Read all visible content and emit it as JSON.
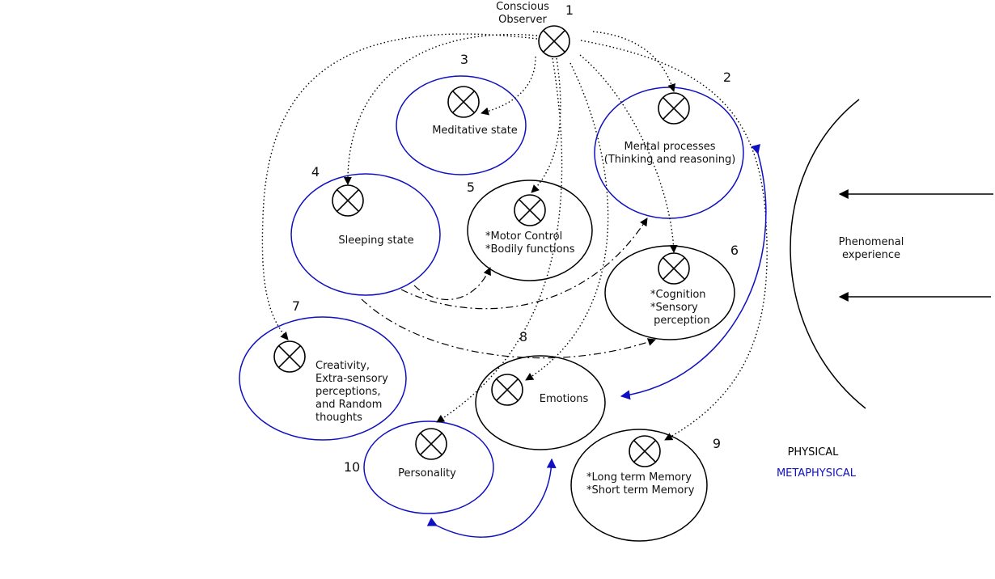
{
  "colors": {
    "physical": "#000000",
    "metaphysical": "#1010c0"
  },
  "observer": {
    "label_line1": "Conscious",
    "label_line2": "Observer",
    "number": "1"
  },
  "nodes": [
    {
      "key": "mental",
      "number": "2",
      "lines": [
        "Mental processes",
        "(Thinking and reasoning)"
      ],
      "category": "metaphysical"
    },
    {
      "key": "meditative",
      "number": "3",
      "lines": [
        "Meditative state"
      ],
      "category": "metaphysical"
    },
    {
      "key": "sleeping",
      "number": "4",
      "lines": [
        "Sleeping state"
      ],
      "category": "metaphysical"
    },
    {
      "key": "motor",
      "number": "5",
      "lines": [
        "*Motor Control",
        "*Bodily functions"
      ],
      "category": "physical"
    },
    {
      "key": "cognition",
      "number": "6",
      "lines": [
        "*Cognition",
        "*Sensory",
        " perception"
      ],
      "category": "physical"
    },
    {
      "key": "creativity",
      "number": "7",
      "lines": [
        "Creativity,",
        "Extra-sensory",
        "perceptions,",
        "and Random",
        "thoughts"
      ],
      "category": "metaphysical"
    },
    {
      "key": "emotions",
      "number": "8",
      "lines": [
        "Emotions"
      ],
      "category": "physical"
    },
    {
      "key": "memory",
      "number": "9",
      "lines": [
        "*Long term Memory",
        "*Short term Memory"
      ],
      "category": "physical"
    },
    {
      "key": "personality",
      "number": "10",
      "lines": [
        "Personality"
      ],
      "category": "metaphysical"
    }
  ],
  "phenomenal": {
    "line1": "Phenomenal",
    "line2": "experience"
  },
  "legend": {
    "physical": "PHYSICAL",
    "metaphysical": "METAPHYSICAL"
  }
}
